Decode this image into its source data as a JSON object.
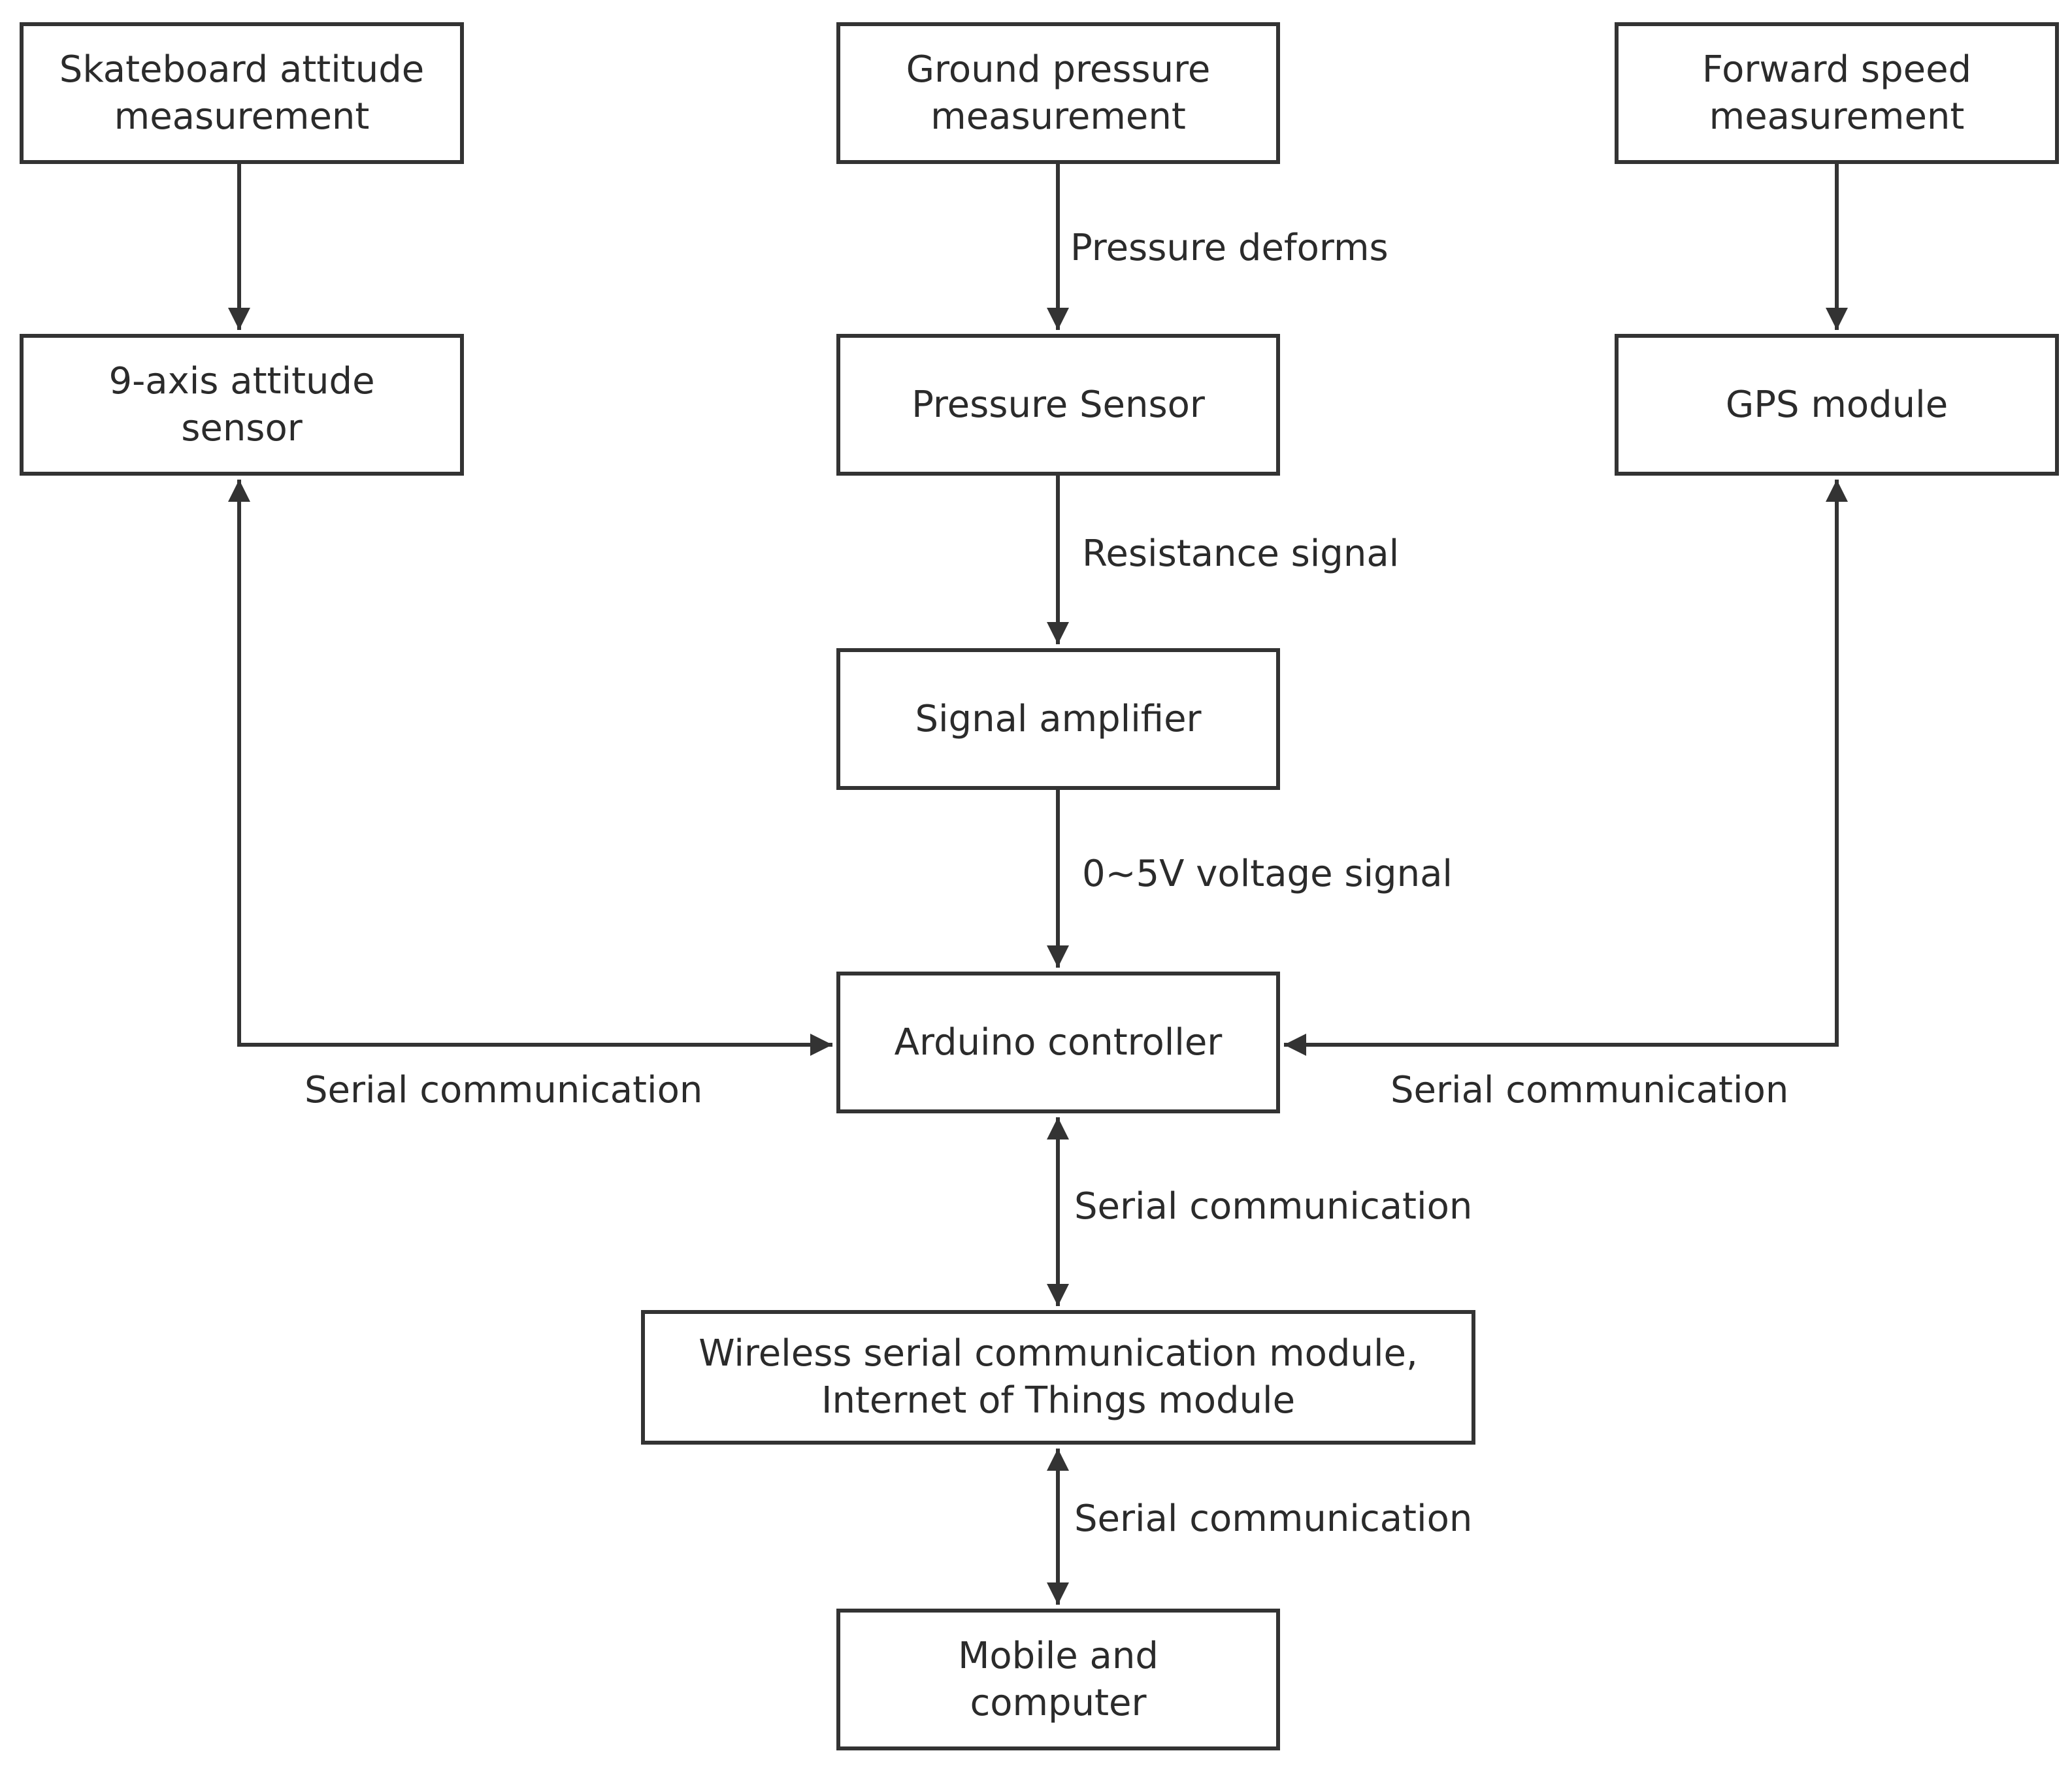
{
  "colors": {
    "stroke": "#333333",
    "text": "#2b2b2b",
    "background": "#ffffff"
  },
  "nodes": {
    "skateboard_attitude": "Skateboard attitude\nmeasurement",
    "ground_pressure": "Ground pressure\nmeasurement",
    "forward_speed": "Forward speed\nmeasurement",
    "attitude_sensor": "9-axis attitude\nsensor",
    "pressure_sensor": "Pressure Sensor",
    "gps_module": "GPS module",
    "signal_amplifier": "Signal amplifier",
    "arduino_controller": "Arduino controller",
    "wireless_module": "Wireless serial communication module,\nInternet of Things module",
    "mobile_computer": "Mobile and\ncomputer"
  },
  "edge_labels": {
    "pressure_deforms": "Pressure deforms",
    "resistance_signal": "Resistance signal",
    "voltage_signal": "0~5V voltage signal",
    "serial_left": "Serial communication",
    "serial_right": "Serial communication",
    "serial_controller_wireless": "Serial communication",
    "serial_wireless_mobile": "Serial communication"
  }
}
